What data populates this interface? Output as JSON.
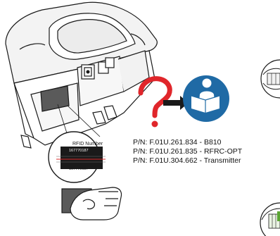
{
  "colors": {
    "question_mark": "#e0262b",
    "manual_icon_bg": "#1f6aa5",
    "label_gray": "#5a5a5a",
    "outline": "#1a1a1a",
    "stripe_red": "#d92b2b"
  },
  "icons": {
    "question": "question-mark-icon",
    "arrow": "right-arrow-icon",
    "manual": "read-manual-icon"
  },
  "rfid_label": {
    "title": "RFID Number",
    "number_top": "167770187",
    "number_bottom": "167770187"
  },
  "part_numbers": [
    "P/N: F.01U.261.834 - B810",
    "P/N: F.01U.261.835 - RFRC-OPT",
    "P/N: F.01U.304.662 - Transmitter"
  ]
}
